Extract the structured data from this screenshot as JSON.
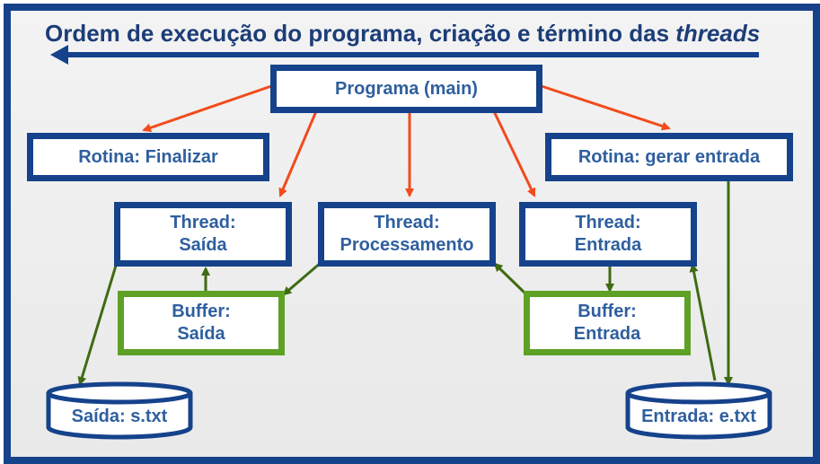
{
  "title": {
    "main": "Ordem de execução do programa, criação e término das ",
    "italic": "threads"
  },
  "nodes": {
    "main": "Programa (main)",
    "finalizar": "Rotina: Finalizar",
    "gerar": "Rotina: gerar entrada",
    "thread_saida": [
      "Thread:",
      "Saída"
    ],
    "thread_proc": [
      "Thread:",
      "Processamento"
    ],
    "thread_entrada": [
      "Thread:",
      "Entrada"
    ],
    "buffer_saida": [
      "Buffer:",
      "Saída"
    ],
    "buffer_entrada": [
      "Buffer:",
      "Entrada"
    ],
    "file_saida": "Saída: s.txt",
    "file_entrada": "Entrada: e.txt"
  },
  "colors": {
    "frame": "#15428b",
    "box_border": "#15428b",
    "buffer_border": "#5ea125",
    "text": "#2f5f9e",
    "title": "#1c3d78",
    "red_arrow": "#f24b1c",
    "green_arrow": "#3f6b13"
  }
}
